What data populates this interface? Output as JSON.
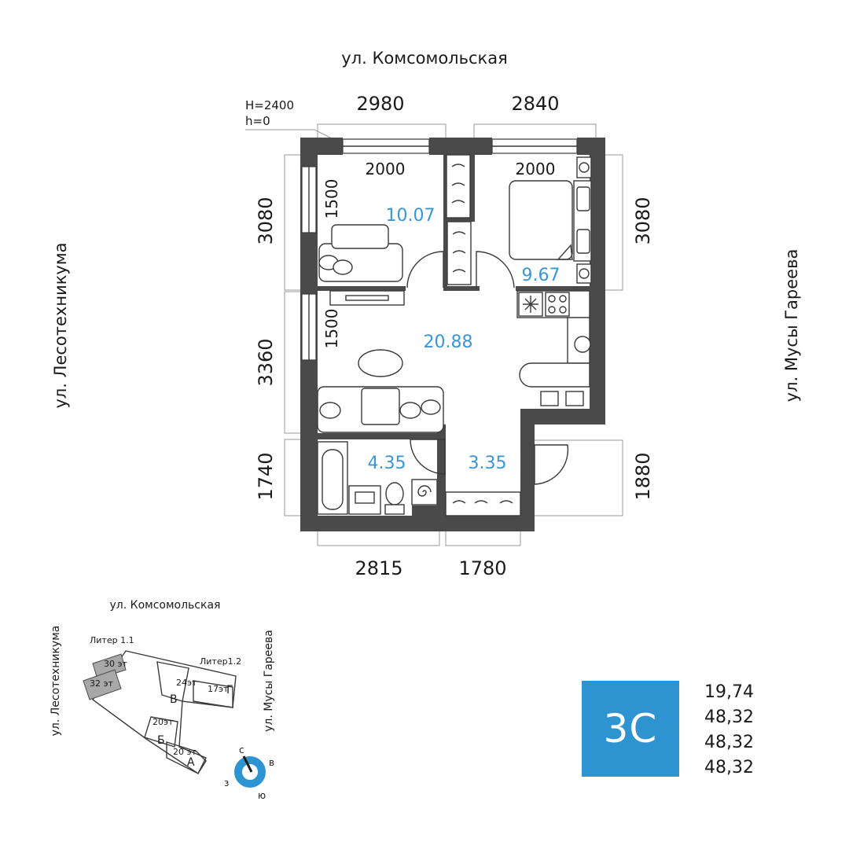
{
  "plan": {
    "streets": {
      "top": "ул. Комсомольская",
      "left": "ул. Лесотехникума",
      "right": "ул. Мусы Гареева"
    },
    "height_note": {
      "line1": "H=2400",
      "line2": "h=0"
    },
    "dims": {
      "top_left": "2980",
      "top_right": "2840",
      "window_left": "2000",
      "window_right": "2000",
      "left_upper": "3080",
      "left_middle": "3360",
      "left_lower": "1740",
      "right_upper": "3080",
      "right_lower": "1880",
      "bottom_left": "2815",
      "bottom_right": "1780",
      "window_side_1": "1500",
      "window_side_2": "1500"
    },
    "rooms": {
      "bedroom_left": "10.07",
      "bedroom_right": "9.67",
      "living": "20.88",
      "bathroom": "4.35",
      "hall": "3.35"
    }
  },
  "site_map": {
    "streets": {
      "top": "ул. Комсомольская",
      "left": "ул. Лесотехникума",
      "right": "ул. Мусы Гареева"
    },
    "liter_1_1": "Литер 1.1",
    "liter_1_2": "Литер1.2",
    "floors": {
      "f30": "30 эт",
      "f32": "32 эт",
      "f24": "24эт",
      "f17": "17эт",
      "f20a": "20эт",
      "f20b": "20 эт"
    },
    "blocks": {
      "v": "В",
      "g": "Г",
      "b": "Б",
      "a": "А"
    },
    "compass": {
      "n": "с",
      "e": "в",
      "s": "ю",
      "w": "з"
    }
  },
  "unit": {
    "code": "3С",
    "areas": [
      "19,74",
      "48,32",
      "48,32",
      "48,32"
    ]
  },
  "colors": {
    "accent": "#2e93d1",
    "area_text": "#3a96d4",
    "wall": "#4a4a4a",
    "highlight_block": "#a8a8a8"
  }
}
